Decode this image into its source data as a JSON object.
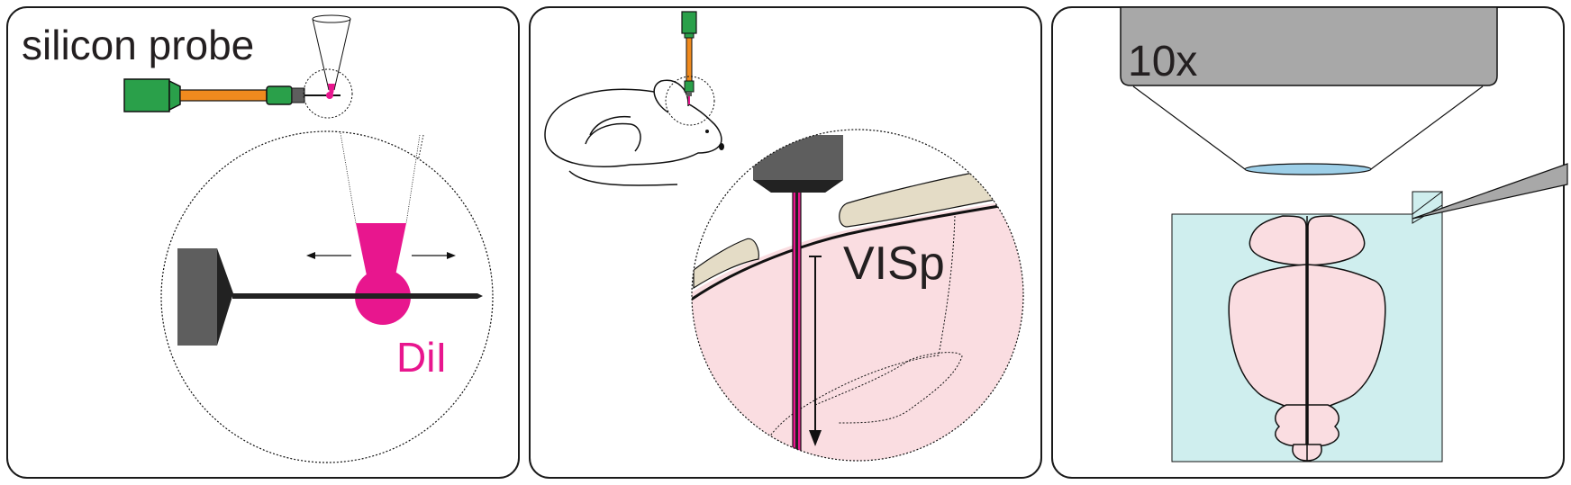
{
  "panels": [
    {
      "label": "silicon probe",
      "sublabel": "DiI"
    },
    {
      "label": "VISp"
    },
    {
      "label": "10x"
    }
  ],
  "colors": {
    "probe_green": "#2aa04a",
    "probe_orange": "#f08a1e",
    "dye_magenta": "#e8168e",
    "brain_pink": "#fadde1",
    "slide_cyan": "#cfeeee",
    "skull_beige": "#e4dcc6",
    "objective_gray": "#a8a8a8",
    "lens_blue": "#9dcfe8",
    "probe_base_gray": "#5e5e5e"
  }
}
